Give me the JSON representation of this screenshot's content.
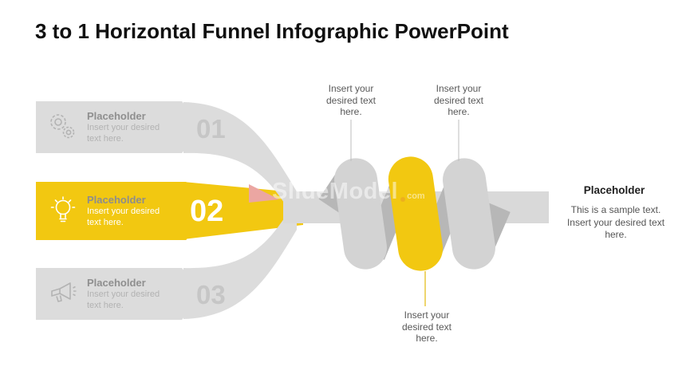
{
  "title": "3 to 1 Horizontal Funnel Infographic PowerPoint",
  "banners": [
    {
      "number": "01",
      "title": "Placeholder",
      "desc": "Insert your desired text here.",
      "icon": "gears-icon"
    },
    {
      "number": "02",
      "title": "Placeholder",
      "desc": "Insert your desired text here.",
      "icon": "lightbulb-icon"
    },
    {
      "number": "03",
      "title": "Placeholder",
      "desc": "Insert your desired text here.",
      "icon": "megaphone-icon"
    }
  ],
  "callouts": [
    {
      "position": "top-left",
      "text": "Insert your desired text here."
    },
    {
      "position": "top-right",
      "text": "Insert your desired text here."
    },
    {
      "position": "bottom",
      "text": "Insert your desired text here."
    }
  ],
  "side_panel": {
    "title": "Placeholder",
    "text": "This is a sample text. Insert your desired text here."
  },
  "watermark": {
    "text": "SlideModel",
    "suffix": "com"
  },
  "colors": {
    "accent_yellow": "#F2C811",
    "band_gray": "#DCDCDC",
    "axis_gray": "#D9D9D9",
    "loop_gray": "#D3D3D3",
    "spiral_back_gray": "#B7B7B7",
    "arrow_pink": "#EBA6A2"
  }
}
